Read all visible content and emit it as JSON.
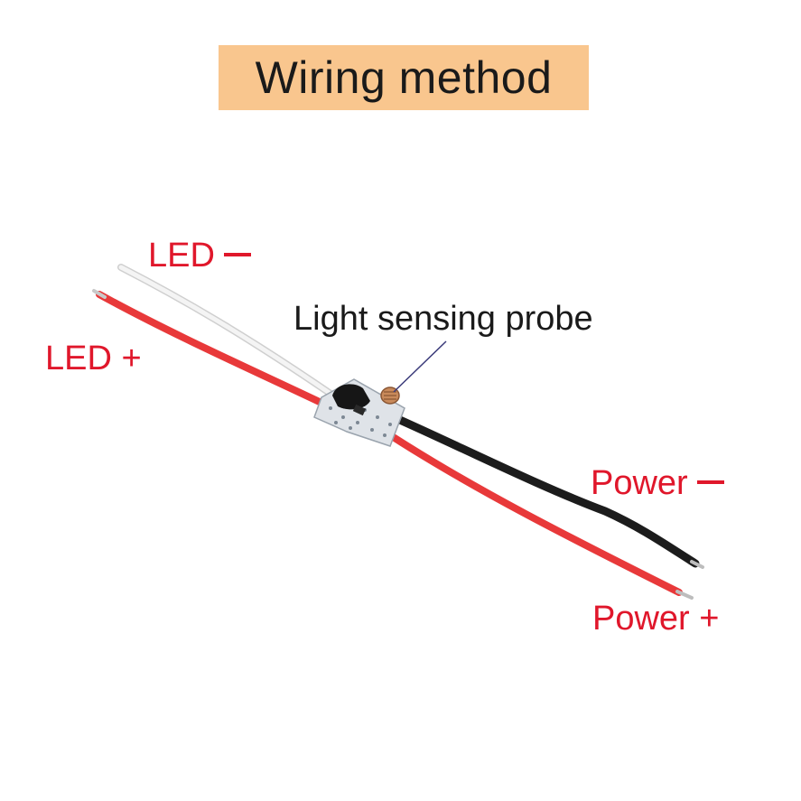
{
  "title": "Wiring method",
  "labels": {
    "led_minus": "LED",
    "led_plus": "LED +",
    "probe": "Light sensing probe",
    "power_minus": "Power",
    "power_plus": "Power +"
  },
  "colors": {
    "title_background": "#f9c68e",
    "label_red": "#e0172b",
    "wire_red": "#e8393a",
    "wire_black": "#1c1c1c",
    "wire_white": "#f2f2f2",
    "board": "#dfe3e8"
  }
}
